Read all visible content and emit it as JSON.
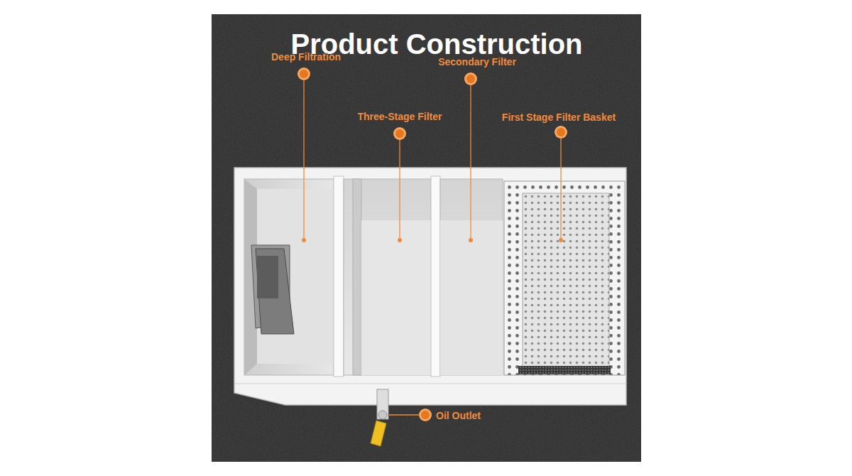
{
  "diagram": {
    "title": "Product Construction",
    "labels": [
      "Deep Filtration",
      "Secondary Filter",
      "Three-Stage Filter",
      "First Stage Filter Basket",
      "Oil Outlet"
    ]
  }
}
